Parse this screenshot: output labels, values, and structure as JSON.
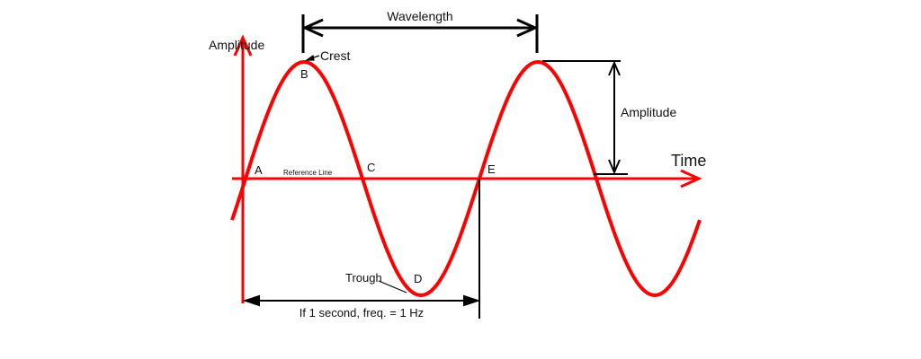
{
  "labels": {
    "wavelength": "Wavelength",
    "amplitude_axis": "Amplitude",
    "amplitude_measure": "Amplitude",
    "time": "Time",
    "crest": "Crest",
    "trough": "Trough",
    "reference_line": "Reference Line",
    "frequency_note": "If 1 second, freq. = 1 Hz",
    "points": {
      "a": "A",
      "b": "B",
      "c": "C",
      "d": "D",
      "e": "E"
    }
  },
  "colors": {
    "wave": "#ff0000",
    "axes": "#ff0000",
    "annotations": "#000000"
  }
}
